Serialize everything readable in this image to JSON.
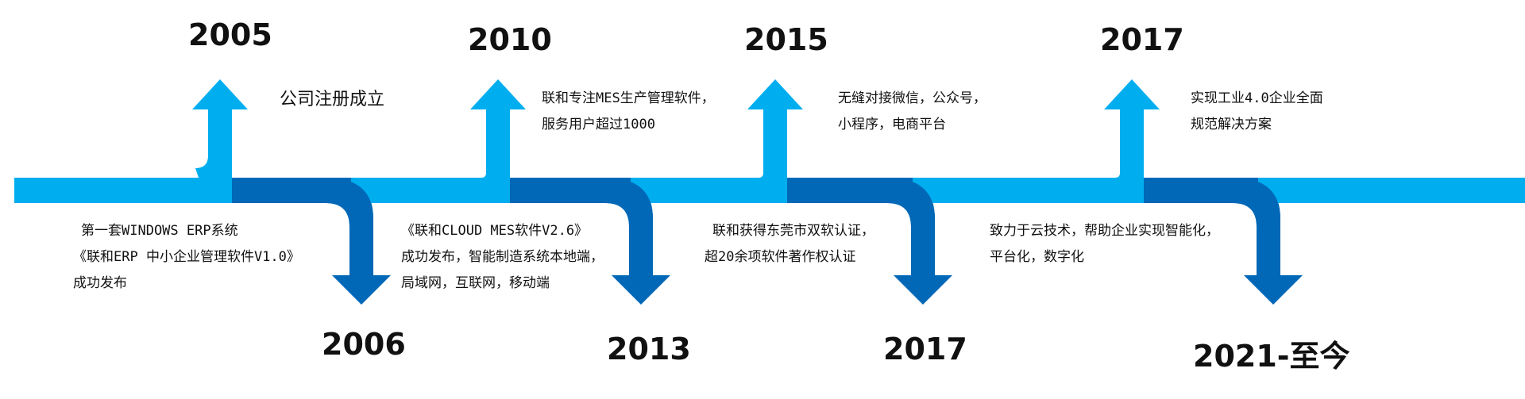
{
  "colors": {
    "light_blue": "#00AEEF",
    "dark_blue": "#0068B7",
    "text": "#111111"
  },
  "events": [
    {
      "year": "2005",
      "position": "up",
      "lines": [
        "公司注册成立"
      ]
    },
    {
      "year": "2006",
      "position": "down",
      "lines": [
        "第一套WINDOWS ERP系统",
        "《联和ERP 中小企业管理软件V1.0》",
        "成功发布"
      ]
    },
    {
      "year": "2010",
      "position": "up",
      "lines": [
        "联和专注MES生产管理软件，",
        "服务用户超过1000"
      ]
    },
    {
      "year": "2013",
      "position": "down",
      "lines": [
        "《联和CLOUD MES软件V2.6》",
        "成功发布，智能制造系统本地端，",
        "局域网，互联网，移动端"
      ]
    },
    {
      "year": "2015",
      "position": "up",
      "lines": [
        "无缝对接微信，公众号，",
        "小程序，电商平台"
      ]
    },
    {
      "year": "2017",
      "position": "down",
      "lines": [
        "联和获得东莞市双软认证，",
        "超20余项软件著作权认证"
      ]
    },
    {
      "year": "2017",
      "position": "up",
      "lines": [
        "实现工业4.0企业全面",
        "规范解决方案"
      ]
    },
    {
      "year": "2021-至今",
      "position": "down",
      "lines": [
        "致力于云技术，帮助企业实现智能化，",
        "平台化，数字化"
      ]
    }
  ]
}
